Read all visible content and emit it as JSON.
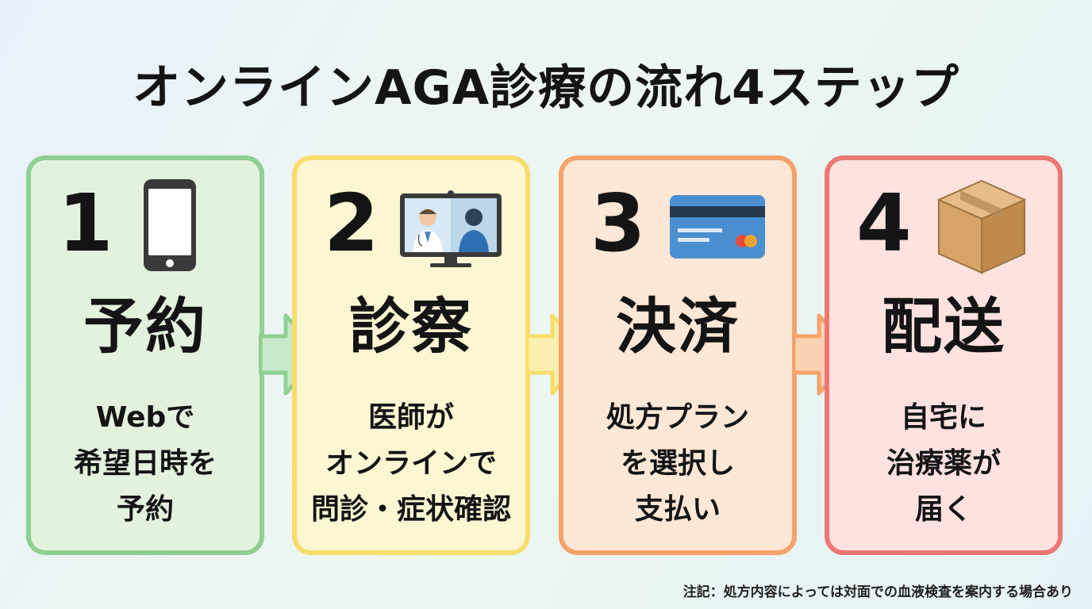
{
  "title": "オンラインAGA診療の流れ4ステップ",
  "steps": [
    {
      "number": "1",
      "heading": "予約",
      "icon": "smartphone-icon",
      "lines": [
        "Webで",
        "希望日時を",
        "予約"
      ]
    },
    {
      "number": "2",
      "heading": "診察",
      "icon": "video-call-icon",
      "lines": [
        "医師が",
        "オンラインで",
        "問診・症状確認"
      ]
    },
    {
      "number": "3",
      "heading": "決済",
      "icon": "credit-card-icon",
      "lines": [
        "処方プラン",
        "を選択し",
        "支払い"
      ]
    },
    {
      "number": "4",
      "heading": "配送",
      "icon": "package-box-icon",
      "lines": [
        "自宅に",
        "治療薬が",
        "届く"
      ]
    }
  ],
  "note": "注記：処方内容によっては対面での血液検査を案内する場合あり",
  "colors": {
    "step1": "#8fcf93",
    "step2": "#f7dd6c",
    "step3": "#f4a36b",
    "step4": "#ec7773"
  }
}
